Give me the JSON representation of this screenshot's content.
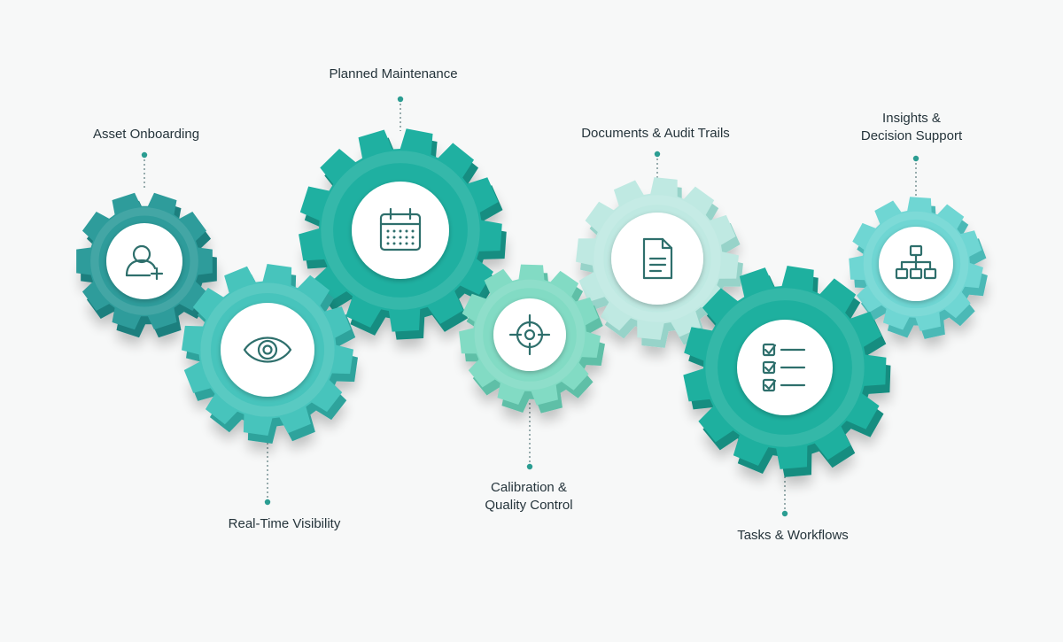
{
  "colors": {
    "background": "#f7f8f8",
    "connector": "#5a7a7c",
    "dot": "#2b9d92",
    "icon_stroke": "#2e6f6c"
  },
  "gears": [
    {
      "id": "asset-onboarding",
      "label_lines": [
        "Asset Onboarding"
      ],
      "icon": "user-plus-icon",
      "color": "#2e9c9b",
      "shade": "#1f7f7e"
    },
    {
      "id": "real-time-visibility",
      "label_lines": [
        "Real-Time Visibility"
      ],
      "icon": "eye-icon",
      "color": "#47c4bc",
      "shade": "#2ea39c"
    },
    {
      "id": "planned-maintenance",
      "label_lines": [
        "Planned Maintenance"
      ],
      "icon": "calendar-icon",
      "color": "#1fb0a1",
      "shade": "#168d81"
    },
    {
      "id": "calibration-quality-control",
      "label_lines": [
        "Calibration &",
        "Quality Control"
      ],
      "icon": "crosshair-icon",
      "color": "#82dbc4",
      "shade": "#5fbfa7"
    },
    {
      "id": "documents-audit-trails",
      "label_lines": [
        "Documents & Audit Trails"
      ],
      "icon": "document-icon",
      "color": "#bfe9e2",
      "shade": "#97d3c9"
    },
    {
      "id": "tasks-workflows",
      "label_lines": [
        "Tasks & Workflows"
      ],
      "icon": "checklist-icon",
      "color": "#1eb09f",
      "shade": "#168d80"
    },
    {
      "id": "insights-decision-support",
      "label_lines": [
        "Insights &",
        "Decision Support"
      ],
      "icon": "hierarchy-icon",
      "color": "#6fd6d3",
      "shade": "#4cb9b6"
    }
  ]
}
